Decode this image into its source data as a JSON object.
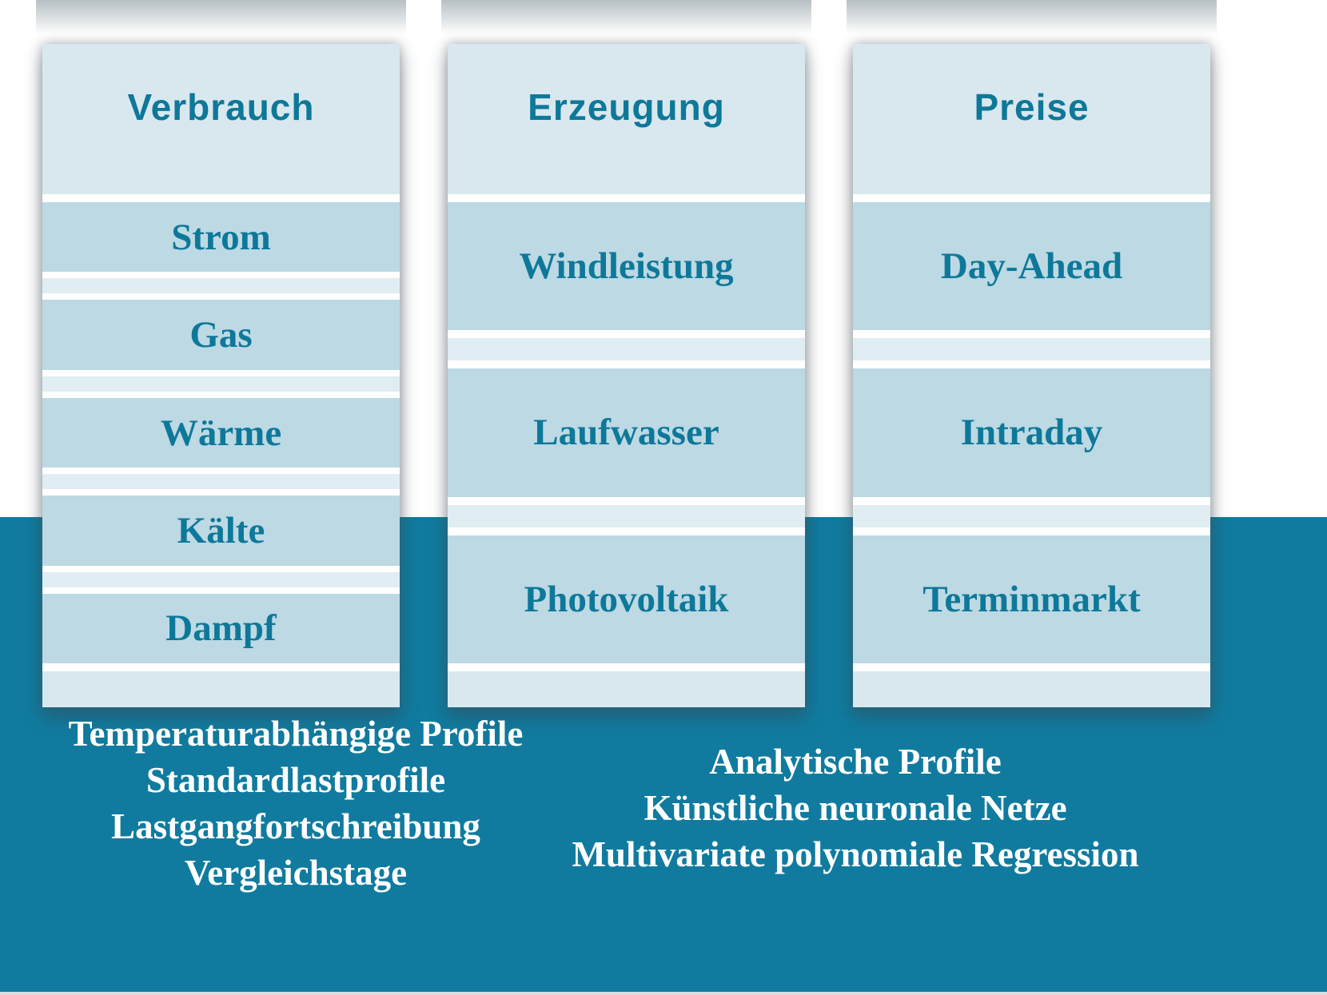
{
  "columns": [
    {
      "title": "Verbrauch",
      "items": [
        "Strom",
        "Gas",
        "Wärme",
        "Kälte",
        "Dampf"
      ]
    },
    {
      "title": "Erzeugung",
      "items": [
        "Windleistung",
        "Laufwasser",
        "Photovoltaik"
      ]
    },
    {
      "title": "Preise",
      "items": [
        "Day-Ahead",
        "Intraday",
        "Terminmarkt"
      ]
    }
  ],
  "footnotes": {
    "left": {
      "lines": [
        "Temperaturabhängige Profile",
        "Standardlastprofile",
        "Lastgangfortschreibung",
        "Vergleichstage"
      ]
    },
    "right": {
      "lines": [
        "Analytische Profile",
        "Künstliche neuronale Netze",
        "Multivariate polynomiale Regression"
      ]
    }
  },
  "colors": {
    "accent_teal": "#107b9f",
    "text_teal": "#0e7899",
    "header_fill": "#d9e8ef",
    "row_fill": "#bcd9e4",
    "separator_fill": "#e0edf3",
    "footnote_text": "#ffffff"
  }
}
